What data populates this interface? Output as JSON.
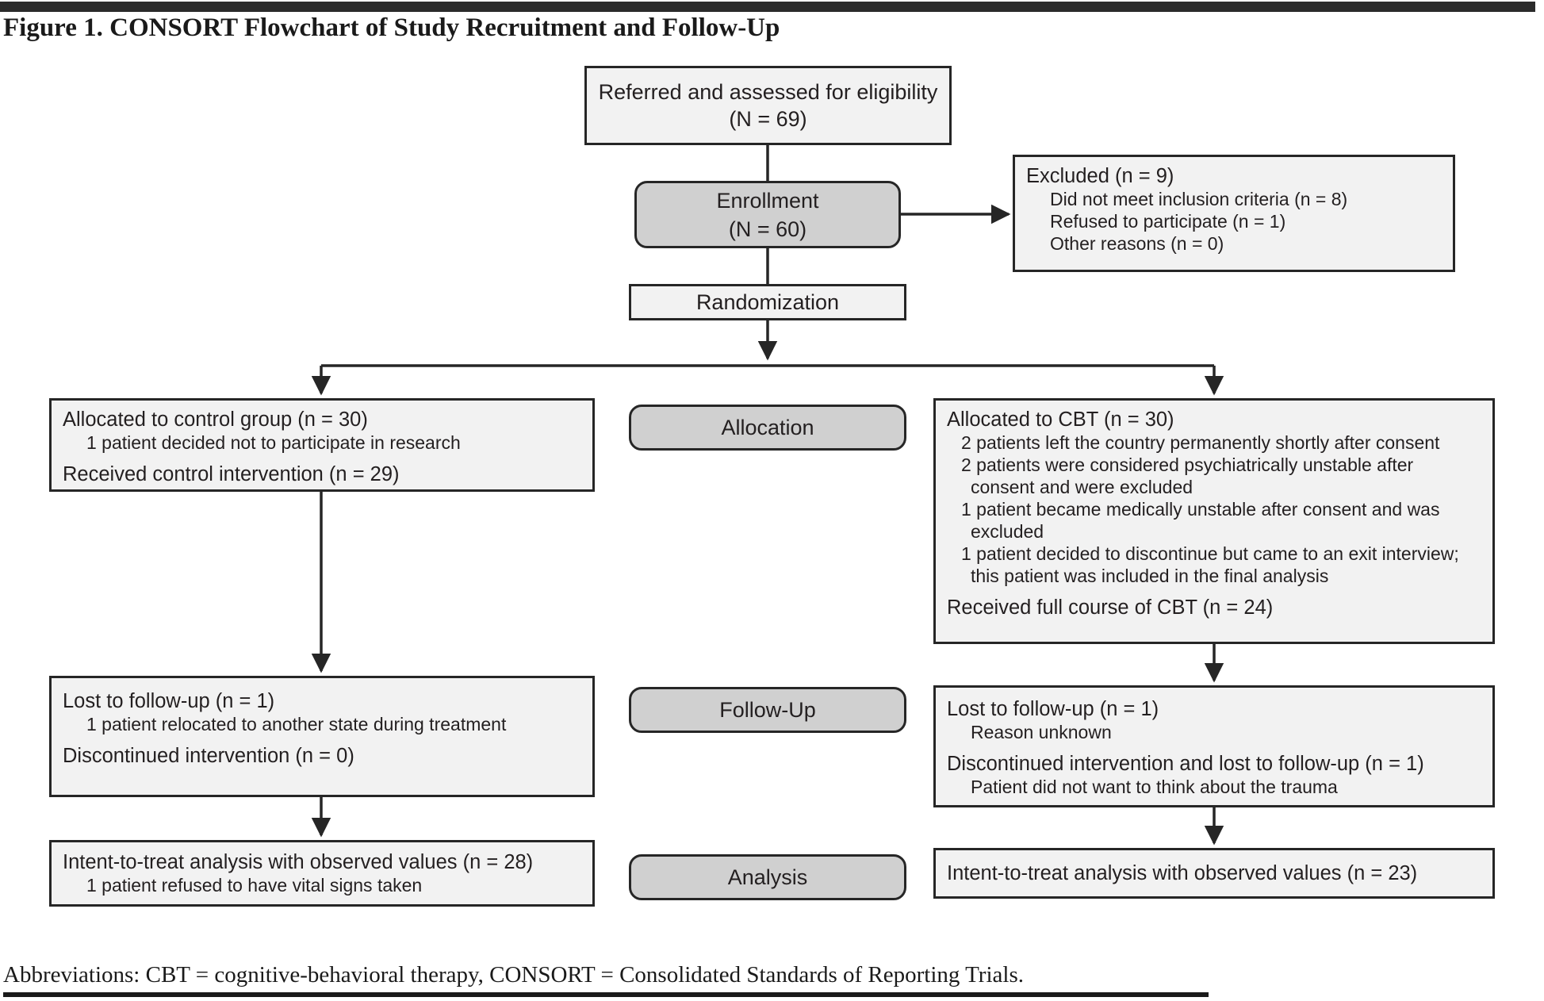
{
  "figure": {
    "title": "Figure 1. CONSORT Flowchart of Study Recruitment and Follow-Up",
    "footer": "Abbreviations: CBT = cognitive-behavioral therapy, CONSORT = Consolidated Standards of Reporting Trials."
  },
  "colors": {
    "box_fill": "#f2f2f2",
    "stage_fill": "#d0d0d0",
    "stroke": "#262626",
    "text": "#231f20",
    "rule": "#2b2b2b"
  },
  "nodes": {
    "referred": {
      "line1": "Referred and assessed for eligibility",
      "line2": "(N = 69)"
    },
    "enrollment": {
      "line1": "Enrollment",
      "line2": "(N = 60)"
    },
    "excluded": {
      "heading": "Excluded (n = 9)",
      "items": [
        "Did not meet inclusion criteria (n = 8)",
        "Refused to participate (n = 1)",
        "Other reasons (n = 0)"
      ]
    },
    "randomization": {
      "label": "Randomization"
    },
    "stage_allocation": {
      "label": "Allocation"
    },
    "stage_followup": {
      "label": "Follow-Up"
    },
    "stage_analysis": {
      "label": "Analysis"
    },
    "control_allocated": {
      "heading": "Allocated to control group (n = 30)",
      "items": [
        "1 patient decided not to participate in research"
      ],
      "received": "Received control intervention (n = 29)"
    },
    "cbt_allocated": {
      "heading": "Allocated to CBT (n = 30)",
      "items": [
        "2 patients left the country permanently shortly after consent",
        "2 patients were considered psychiatrically unstable after consent and were excluded",
        "1 patient became medically unstable after consent and was excluded",
        "1 patient decided to discontinue but came to an exit interview; this patient was included in the final analysis"
      ],
      "received": "Received full course of CBT (n = 24)"
    },
    "control_followup": {
      "heading": "Lost to follow-up (n = 1)",
      "items": [
        "1 patient relocated to another state during treatment"
      ],
      "discontinued": "Discontinued intervention (n = 0)"
    },
    "cbt_followup": {
      "heading": "Lost to follow-up (n = 1)",
      "items": [
        "Reason unknown"
      ],
      "discontinued": "Discontinued intervention and lost to follow-up (n = 1)",
      "discontinued_items": [
        "Patient did not want to think about the trauma"
      ]
    },
    "control_analysis": {
      "heading": "Intent-to-treat analysis with observed values (n = 28)",
      "items": [
        "1 patient refused to have vital signs taken"
      ]
    },
    "cbt_analysis": {
      "heading": "Intent-to-treat analysis with observed values (n = 23)",
      "items": []
    }
  }
}
